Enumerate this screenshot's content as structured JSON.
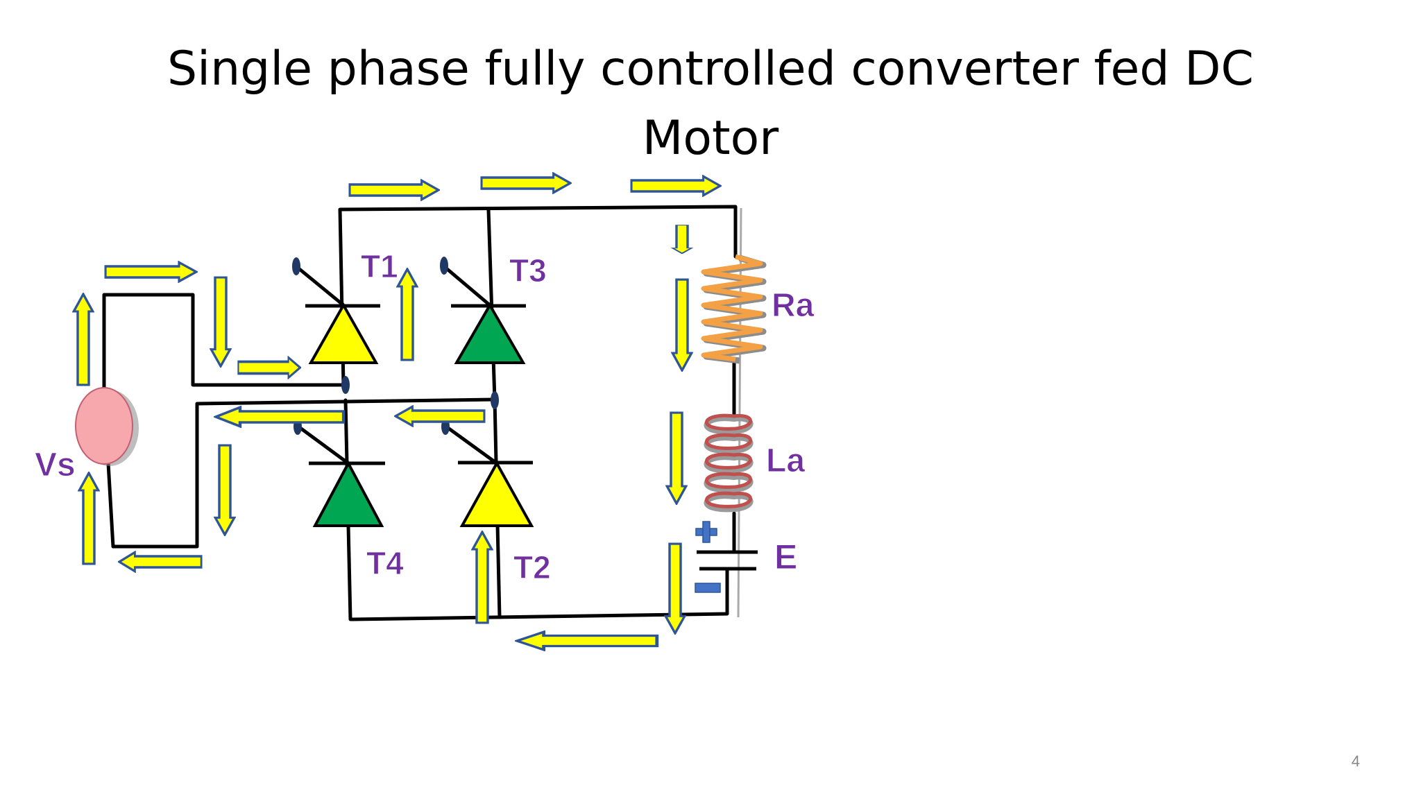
{
  "slide": {
    "title_line1": "Single phase fully controlled converter fed DC",
    "title_line2": "Motor",
    "page_number": "4"
  },
  "diagram": {
    "labels": {
      "vs": "Vs",
      "t1": "T1",
      "t3": "T3",
      "t4": "T4",
      "t2": "T2",
      "ra": "Ra",
      "la": "La",
      "e": "E",
      "plus": "+",
      "minus": "−"
    },
    "colors": {
      "thyristor_on": "#ffff00",
      "thyristor_off": "#00a651",
      "arrow_fill": "#ffff00",
      "arrow_outline": "#2e5597",
      "resistor": "#f4a045",
      "inductor": "#c0504d",
      "source": "#f7a8ad",
      "label": "#7030a0"
    }
  }
}
